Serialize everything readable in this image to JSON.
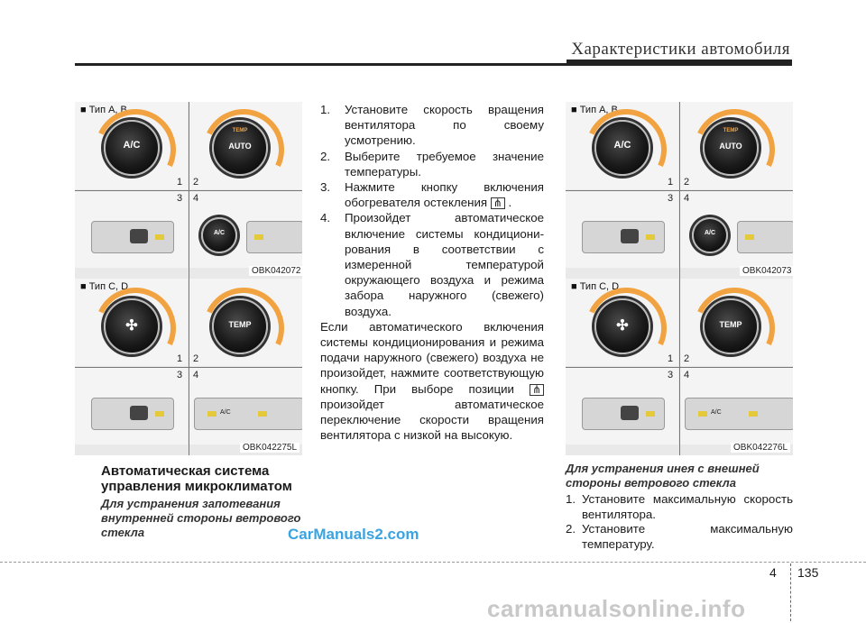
{
  "header": {
    "title": "Характеристики автомобиля"
  },
  "figures": {
    "left_top": {
      "type_label": "■ Тип A, B",
      "code": "OBK042072",
      "nums": [
        "1",
        "2",
        "3",
        "4"
      ],
      "knob1": "A/C",
      "knob2": "AUTO",
      "knob2_top": "TEMP",
      "small_knob": "A/C"
    },
    "left_bottom": {
      "type_label": "■ Тип C, D",
      "code": "OBK042275L",
      "nums": [
        "1",
        "2",
        "3",
        "4"
      ],
      "knob2": "TEMP",
      "panel_label": "A/C"
    },
    "right_top": {
      "type_label": "■ Тип A, B",
      "code": "OBK042073",
      "nums": [
        "1",
        "2",
        "3",
        "4"
      ],
      "knob1": "A/C",
      "knob2": "AUTO",
      "knob2_top": "TEMP",
      "small_knob": "A/C"
    },
    "right_bottom": {
      "type_label": "■ Тип C, D",
      "code": "OBK042276L",
      "nums": [
        "1",
        "2",
        "3",
        "4"
      ],
      "knob2": "TEMP",
      "panel_label": "A/C"
    }
  },
  "left": {
    "heading": "Автоматическая система управления микроклиматом",
    "subheading": "Для устранения запотевания внутренней стороны ветрового стекла"
  },
  "middle": {
    "steps": [
      {
        "num": "1.",
        "text": "Установите скорость вращения вентилятора по своему усмотрению."
      },
      {
        "num": "2.",
        "text": "Выберите требуемое значение температуры."
      },
      {
        "num": "3.",
        "text": "Нажмите кнопку включения обогревателя остекления"
      },
      {
        "num": "4.",
        "text": "Произойдет автоматическое включение системы кондициони- рования в соответствии с измеренной температурой окружающего воздуха и режима забора наружного (свежего) воздуха."
      }
    ],
    "paragraph": "Если автоматического включения системы кондиционирования и режима подачи наружного (свежего) воздуха не произойдет, нажмите соответствующую кнопку. При выборе позиции",
    "paragraph_end": "произойдет автоматическое переключение скорости вращения вентилятора с низкой на высокую."
  },
  "right": {
    "subheading": "Для устранения инея с внешней стороны ветрового стекла",
    "steps": [
      {
        "num": "1.",
        "text": "Установите максимальную скорость вентилятора."
      },
      {
        "num": "2.",
        "text": "Установите максимальную температуру."
      }
    ]
  },
  "footer": {
    "chapter": "4",
    "page": "135",
    "watermark1": "CarManuals2.com",
    "watermark2": "carmanualsonline.info"
  },
  "colors": {
    "arc": "#f2a341",
    "watermark": "#3aa3e0"
  }
}
